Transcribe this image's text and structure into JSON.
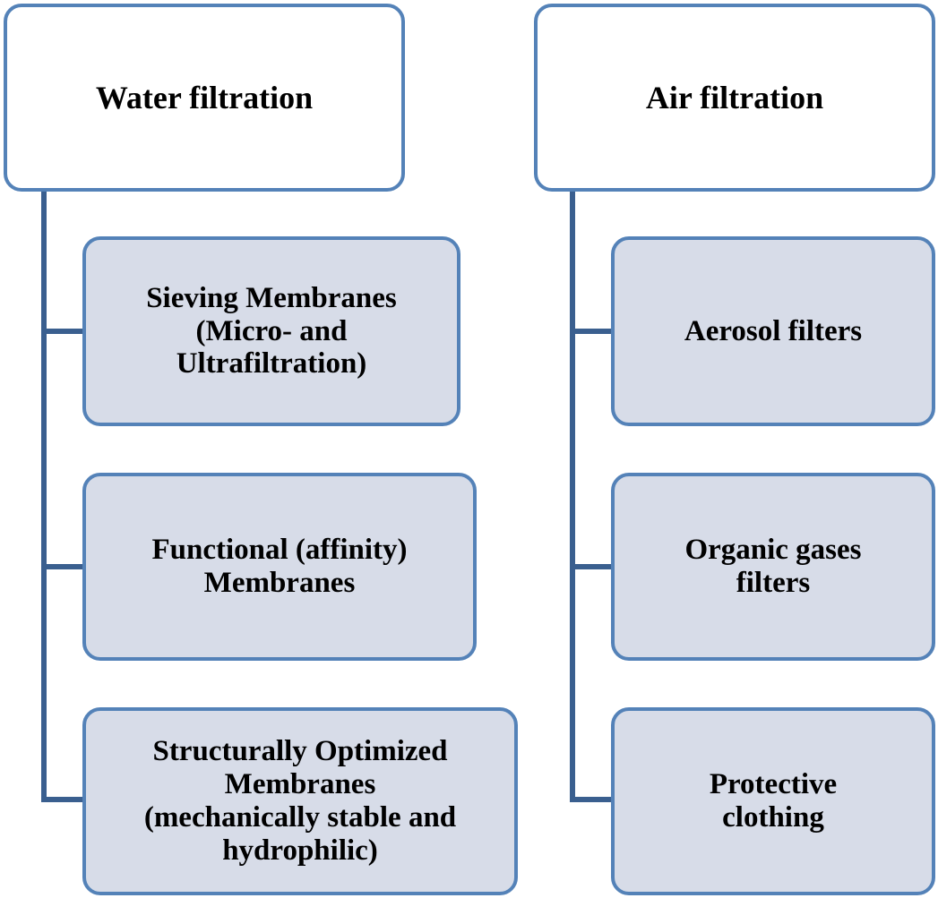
{
  "diagram": {
    "columns": [
      {
        "header": "Water filtration",
        "children": [
          "Sieving Membranes\n(Micro- and\nUltrafiltration)",
          "Functional (affinity)\nMembranes",
          "Structurally  Optimized\nMembranes\n(mechanically stable and\nhydrophilic)"
        ]
      },
      {
        "header": "Air filtration",
        "children": [
          "Aerosol filters",
          "Organic gases\nfilters",
          "Protective\nclothing"
        ]
      }
    ],
    "colors": {
      "box_border": "#5482b8",
      "child_fill": "#d7dce8",
      "header_fill": "#ffffff",
      "connector": "#3a5f8f"
    }
  }
}
